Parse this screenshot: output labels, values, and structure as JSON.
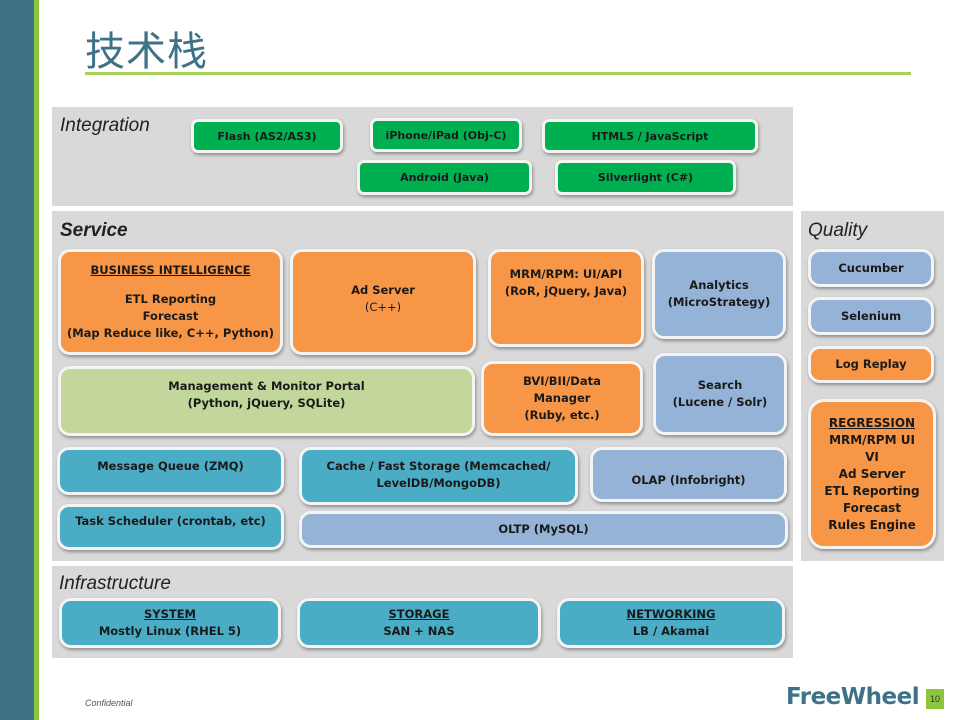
{
  "title": "技术栈",
  "colors": {
    "sidebar": "#3d7287",
    "accent": "#8cc63f",
    "panel": "#d9d9d9",
    "integration_green": "#00b050",
    "orange": "#f79646",
    "light_green": "#c3d69b",
    "blue": "#95b3d7",
    "teal": "#4bacc6"
  },
  "integration": {
    "label": "Integration",
    "items": [
      "Flash (AS2/AS3)",
      "iPhone/iPad (Obj-C)",
      "HTML5 / JavaScript",
      "Android (Java)",
      "Silverlight (C#)"
    ]
  },
  "service": {
    "label": "Service",
    "business_intelligence": {
      "heading": "BUSINESS INTELLIGENCE",
      "line1": "ETL Reporting",
      "line2": "Forecast",
      "line3": "(Map Reduce like, C++, Python)"
    },
    "ad_server": {
      "line1": "Ad Server",
      "line2": "(C++)"
    },
    "mrm": {
      "line1": "MRM/RPM: UI/API",
      "line2": "(RoR, jQuery, Java)"
    },
    "analytics": {
      "line1": "Analytics",
      "line2": "(MicroStrategy)"
    },
    "portal": {
      "line1": "Management & Monitor Portal",
      "line2": "(Python, jQuery, SQLite)"
    },
    "bvi": {
      "line1": "BVI/BII/Data",
      "line2": "Manager",
      "line3": "(Ruby, etc.)"
    },
    "search": {
      "line1": "Search",
      "line2": "(Lucene / Solr)"
    },
    "message_queue": "Message Queue (ZMQ)",
    "cache": {
      "line1": "Cache / Fast Storage (Memcached/",
      "line2": "LevelDB/MongoDB)"
    },
    "olap": "OLAP (Infobright)",
    "task_scheduler": "Task Scheduler (crontab, etc)",
    "oltp": "OLTP (MySQL)"
  },
  "quality": {
    "label": "Quality",
    "cucumber": "Cucumber",
    "selenium": "Selenium",
    "log_replay": "Log Replay",
    "regression": {
      "heading": "REGRESSION",
      "lines": [
        "MRM/RPM UI",
        "VI",
        "Ad Server",
        "ETL Reporting",
        "Forecast",
        "Rules Engine"
      ]
    }
  },
  "infrastructure": {
    "label": "Infrastructure",
    "system": {
      "heading": "SYSTEM",
      "detail": "Mostly Linux (RHEL 5)"
    },
    "storage": {
      "heading": "STORAGE",
      "detail": "SAN + NAS"
    },
    "networking": {
      "heading": "NETWORKING",
      "detail": "LB / Akamai"
    }
  },
  "footer": {
    "confidential": "Confidential",
    "logo": "FreeWheel",
    "page_number": "10"
  }
}
